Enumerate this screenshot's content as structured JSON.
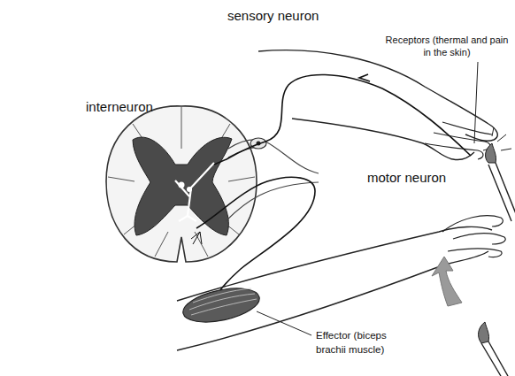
{
  "diagram": {
    "labels": [
      "sensory neuron",
      "Receptors (thermal and pain in the skin)",
      "interneuron",
      "motor neuron",
      "Effector (biceps brachii muscle)"
    ]
  }
}
